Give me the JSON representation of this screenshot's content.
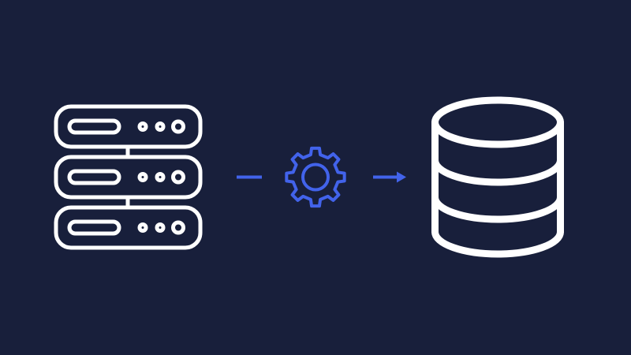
{
  "colors": {
    "background": "#181f3b",
    "icon_stroke": "#ffffff",
    "accent": "#4263eb"
  },
  "diagram": {
    "nodes": [
      {
        "id": "source",
        "icon": "server-rack-icon",
        "units": 3
      },
      {
        "id": "process",
        "icon": "gear-icon"
      },
      {
        "id": "target",
        "icon": "database-icon",
        "layers": 3
      }
    ],
    "edges": [
      {
        "from": "source",
        "to": "process",
        "style": "line"
      },
      {
        "from": "process",
        "to": "target",
        "style": "arrow"
      }
    ]
  }
}
